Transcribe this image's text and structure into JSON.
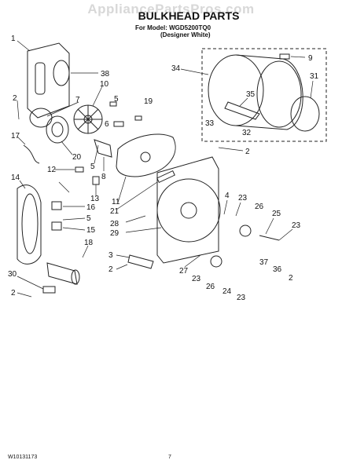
{
  "header": {
    "watermark": "AppliancePartsPros.com",
    "title": "BULKHEAD PARTS",
    "model_line": "For Model: WGD5200TQ0",
    "variant_line": "(Designer White)"
  },
  "callouts": [
    "1",
    "38",
    "10",
    "2",
    "7",
    "5",
    "19",
    "6",
    "17",
    "20",
    "8",
    "5",
    "12",
    "13",
    "14",
    "16",
    "5",
    "15",
    "11",
    "18",
    "3",
    "2",
    "30",
    "2",
    "34",
    "9",
    "31",
    "35",
    "33",
    "32",
    "2",
    "21",
    "28",
    "29",
    "4",
    "23",
    "26",
    "25",
    "23",
    "27",
    "23",
    "26",
    "24",
    "23",
    "37",
    "36",
    "2"
  ],
  "footer": {
    "doc_number": "W10131173",
    "page_number": "7"
  }
}
